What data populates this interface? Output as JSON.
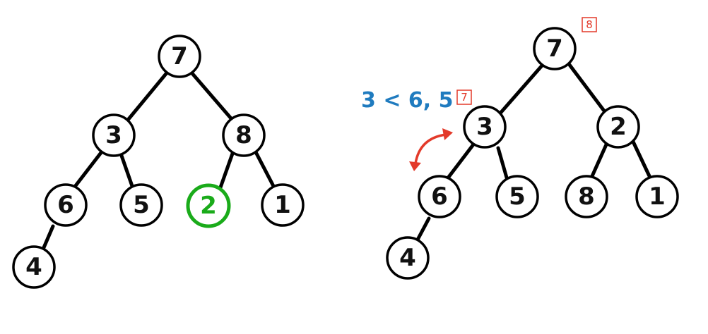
{
  "colors": {
    "node_border": "#000000",
    "highlight": "#1aab1a",
    "comparison_text": "#1f7bbf",
    "step_marker": "#e33a2a",
    "swap_arrow": "#e33a2a"
  },
  "left_tree": {
    "highlighted_node": "2",
    "nodes": {
      "root": "7",
      "left": "3",
      "right": "8",
      "left_left": "6",
      "left_right": "5",
      "right_left": "2",
      "right_right": "1",
      "left_left_left": "4"
    }
  },
  "right_tree": {
    "nodes": {
      "root": "7",
      "left": "3",
      "right": "2",
      "left_left": "6",
      "left_right": "5",
      "right_left": "8",
      "right_right": "1",
      "left_left_left": "4"
    },
    "comparison": "3 < 6, 5",
    "step_marker_root": "8",
    "step_marker_left": "7"
  },
  "icons": {
    "swap_arrow": "curved-double-arrow-icon"
  }
}
